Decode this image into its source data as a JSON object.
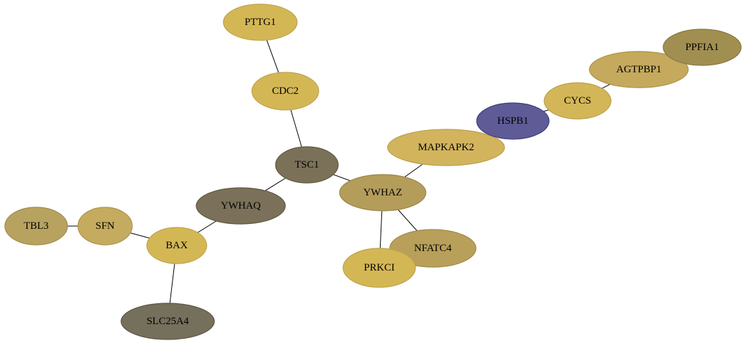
{
  "nodes": [
    {
      "id": "PTTG1",
      "label": "PTTG1",
      "fill": "#d4b755",
      "stroke": "#bfa24a"
    },
    {
      "id": "CDC2",
      "label": "CDC2",
      "fill": "#d4b755",
      "stroke": "#bfa24a"
    },
    {
      "id": "TSC1",
      "label": "TSC1",
      "fill": "#7a7158",
      "stroke": "#5f5842"
    },
    {
      "id": "YWHAQ",
      "label": "YWHAQ",
      "fill": "#7b715a",
      "stroke": "#5f5842"
    },
    {
      "id": "YWHAZ",
      "label": "YWHAZ",
      "fill": "#b49d5b",
      "stroke": "#9b8648"
    },
    {
      "id": "MAPKAPK2",
      "label": "MAPKAPK2",
      "fill": "#d2b45d",
      "stroke": "#bb9f4c"
    },
    {
      "id": "HSPB1",
      "label": "HSPB1",
      "fill": "#5e5b97",
      "stroke": "#3f3d78"
    },
    {
      "id": "CYCS",
      "label": "CYCS",
      "fill": "#d3b658",
      "stroke": "#bba04a"
    },
    {
      "id": "AGTPBP1",
      "label": "AGTPBP1",
      "fill": "#c5a95c",
      "stroke": "#ad944b"
    },
    {
      "id": "PPFIA1",
      "label": "PPFIA1",
      "fill": "#a18f51",
      "stroke": "#877742"
    },
    {
      "id": "TBL3",
      "label": "TBL3",
      "fill": "#b8a260",
      "stroke": "#9f8b4d"
    },
    {
      "id": "SFN",
      "label": "SFN",
      "fill": "#c5ab5f",
      "stroke": "#ad954d"
    },
    {
      "id": "BAX",
      "label": "BAX",
      "fill": "#d4b755",
      "stroke": "#bfa24a"
    },
    {
      "id": "SLC25A4",
      "label": "SLC25A4",
      "fill": "#75705b",
      "stroke": "#5a5645"
    },
    {
      "id": "NFATC4",
      "label": "NFATC4",
      "fill": "#b8a05a",
      "stroke": "#9f8a49"
    },
    {
      "id": "PRKCI",
      "label": "PRKCI",
      "fill": "#d4b755",
      "stroke": "#bfa24a"
    }
  ],
  "edges": [
    [
      "PTTG1",
      "CDC2"
    ],
    [
      "CDC2",
      "TSC1"
    ],
    [
      "TSC1",
      "YWHAQ"
    ],
    [
      "TSC1",
      "YWHAZ"
    ],
    [
      "YWHAZ",
      "MAPKAPK2"
    ],
    [
      "YWHAZ",
      "NFATC4"
    ],
    [
      "YWHAZ",
      "PRKCI"
    ],
    [
      "HSPB1",
      "CYCS"
    ],
    [
      "CYCS",
      "AGTPBP1"
    ],
    [
      "TBL3",
      "SFN"
    ],
    [
      "SFN",
      "BAX"
    ],
    [
      "BAX",
      "YWHAQ"
    ],
    [
      "BAX",
      "SLC25A4"
    ]
  ]
}
